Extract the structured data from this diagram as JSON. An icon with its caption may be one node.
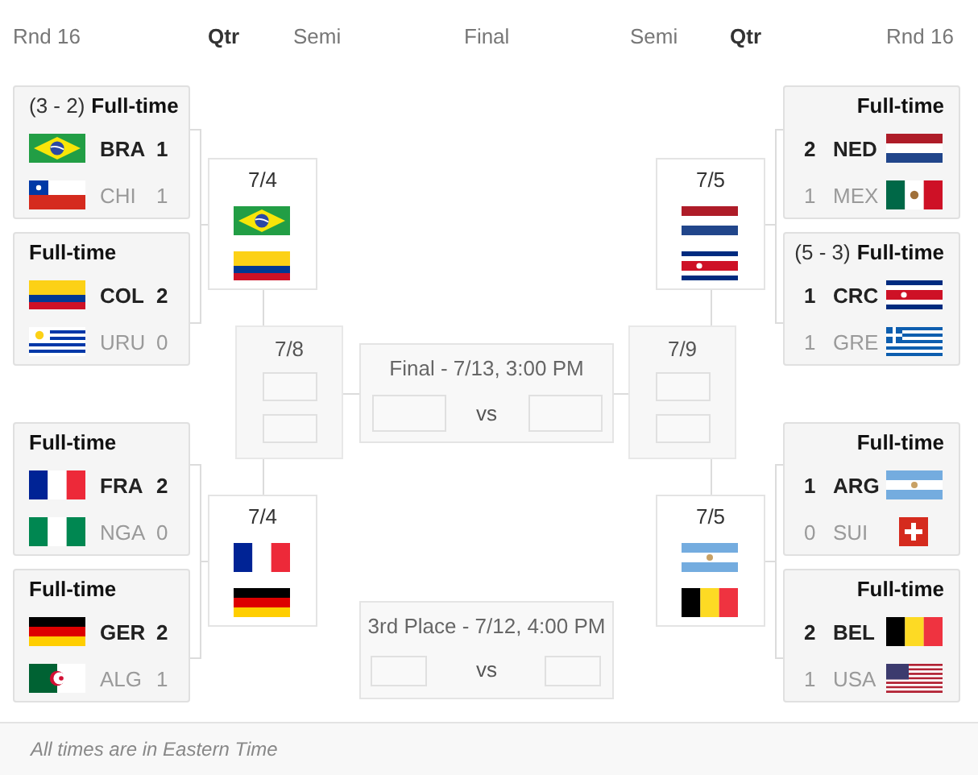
{
  "diagram": {
    "caption": "All times are in Eastern Time",
    "nodes": [
      {
        "text": [
          "(3 - 2)",
          "Full-time",
          "BRA",
          "1",
          "CHI",
          "1"
        ]
      },
      {
        "text": [
          "7/4"
        ]
      },
      {
        "text": [
          "7/5"
        ]
      },
      {
        "text": [
          "Full-time",
          "2",
          "NED",
          "1",
          "MEX"
        ]
      },
      {
        "text": [
          "Full-time",
          "COL",
          "2",
          "URU",
          "0"
        ]
      },
      {
        "text": [
          "(5 - 3)",
          "Full-time",
          "1",
          "CRC",
          "1",
          "GRE"
        ]
      },
      {
        "text": [
          "7/8"
        ]
      },
      {
        "text": [],
        "shape": "box",
        "in": 6
      },
      {
        "text": [],
        "shape": "box",
        "in": 6
      },
      {
        "text": [
          "Final - 7/13, 3:00 PM",
          "vs"
        ]
      },
      {
        "text": [],
        "shape": "box",
        "in": 9
      },
      {
        "text": [],
        "shape": "box",
        "in": 9
      },
      {
        "text": [
          "7/9"
        ]
      },
      {
        "text": [],
        "shape": "box",
        "in": 12
      },
      {
        "text": [],
        "shape": "box",
        "in": 12
      },
      {
        "text": [
          "Full-time",
          "FRA",
          "2",
          "NGA",
          "0"
        ]
      },
      {
        "text": [
          "Full-time",
          "1",
          "ARG",
          "0",
          "SUI"
        ]
      },
      {
        "text": [
          "7/4"
        ]
      },
      {
        "text": [
          "7/5"
        ]
      },
      {
        "text": [
          "Full-time",
          "GER",
          "2",
          "ALG",
          "1"
        ]
      },
      {
        "text": [
          "Full-time",
          "2",
          "BEL",
          "1",
          "USA"
        ]
      },
      {
        "text": [
          "3rd Place - 7/12, 4:00 PM",
          "vs"
        ]
      },
      {
        "text": [],
        "shape": "box",
        "in": 21
      },
      {
        "text": [],
        "shape": "box",
        "in": 21
      }
    ],
    "edges": [
      {
        "from": 0,
        "to": 1,
        "arrow": "none"
      },
      {
        "from": 4,
        "to": 1,
        "arrow": "none"
      },
      {
        "from": 15,
        "to": 17,
        "arrow": "none"
      },
      {
        "from": 19,
        "to": 17,
        "arrow": "none"
      },
      {
        "from": 1,
        "to": 6,
        "arrow": "none"
      },
      {
        "from": 17,
        "to": 6,
        "arrow": "none"
      },
      {
        "from": 6,
        "to": 9,
        "arrow": "none"
      },
      {
        "from": 3,
        "to": 2,
        "arrow": "none"
      },
      {
        "from": 5,
        "to": 2,
        "arrow": "none"
      },
      {
        "from": 16,
        "to": 18,
        "arrow": "none"
      },
      {
        "from": 20,
        "to": 18,
        "arrow": "none"
      },
      {
        "from": 2,
        "to": 12,
        "arrow": "none"
      },
      {
        "from": 18,
        "to": 12,
        "arrow": "none"
      },
      {
        "from": 12,
        "to": 9,
        "arrow": "none"
      }
    ],
    "labels": [
      "Rnd 16",
      "Qtr",
      "Semi",
      "Final",
      "Semi",
      "Qtr",
      "Rnd 16"
    ]
  }
}
